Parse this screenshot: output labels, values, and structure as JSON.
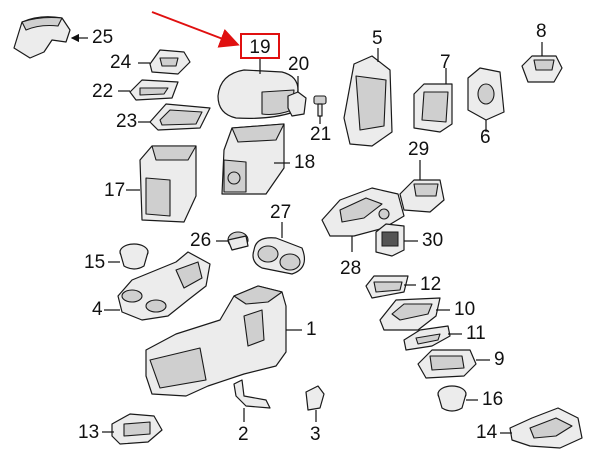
{
  "diagram": {
    "highlighted_part": "19",
    "accent_color": "#e01010",
    "callouts": {
      "p1": "1",
      "p2": "2",
      "p3": "3",
      "p4": "4",
      "p5": "5",
      "p6": "6",
      "p7": "7",
      "p8": "8",
      "p9": "9",
      "p10": "10",
      "p11": "11",
      "p12": "12",
      "p13": "13",
      "p14": "14",
      "p15": "15",
      "p16": "16",
      "p17": "17",
      "p18": "18",
      "p20": "20",
      "p21": "21",
      "p22": "22",
      "p23": "23",
      "p24": "24",
      "p25": "25",
      "p26": "26",
      "p27": "27",
      "p28": "28",
      "p29": "29",
      "p30": "30"
    }
  }
}
